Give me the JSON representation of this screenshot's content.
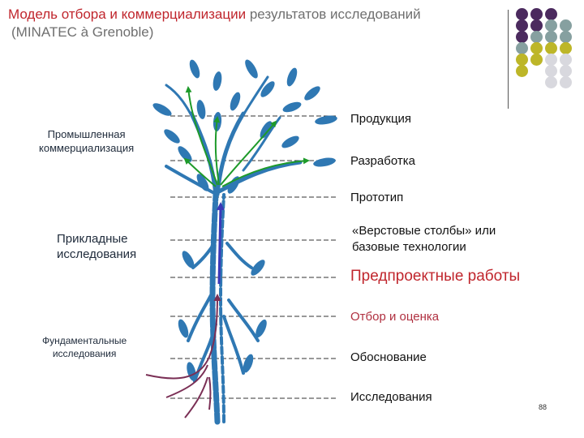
{
  "title": {
    "part1": "Модель отбора и коммерциализации",
    "part2": " результатов исследований",
    "line2": "(MINATEC à Grenoble)"
  },
  "left_labels": {
    "industrial": [
      "Промышленная",
      "коммерциализация"
    ],
    "applied": [
      "Прикладные",
      "исследования"
    ],
    "fundamental": [
      "Фундаментальные",
      "исследования"
    ]
  },
  "stages": [
    {
      "label": "Продукция",
      "color": "#111111"
    },
    {
      "label": "Разработка",
      "color": "#111111"
    },
    {
      "label": "Прототип",
      "color": "#111111"
    },
    {
      "label": "«Верстовые столбы» или",
      "color": "#111111"
    },
    {
      "label": "базовые технологии",
      "color": "#111111"
    },
    {
      "label": "Предпроектные работы",
      "color": "#c0262d"
    },
    {
      "label": "Отбор и оценка",
      "color": "#b03040"
    },
    {
      "label": "Обоснование",
      "color": "#111111"
    },
    {
      "label": "Исследования",
      "color": "#111111"
    }
  ],
  "page_number": "88",
  "colors": {
    "tree": "#2f78b3",
    "green_arrows": "#1e9a2a",
    "blue_arrow": "#3a38b8",
    "root_arrows": "#7a2f55",
    "dot_purple": "#4b2a5e",
    "dot_gray": "#86a0a0",
    "dot_olive": "#bdb628",
    "dot_light": "#d8d8de"
  }
}
